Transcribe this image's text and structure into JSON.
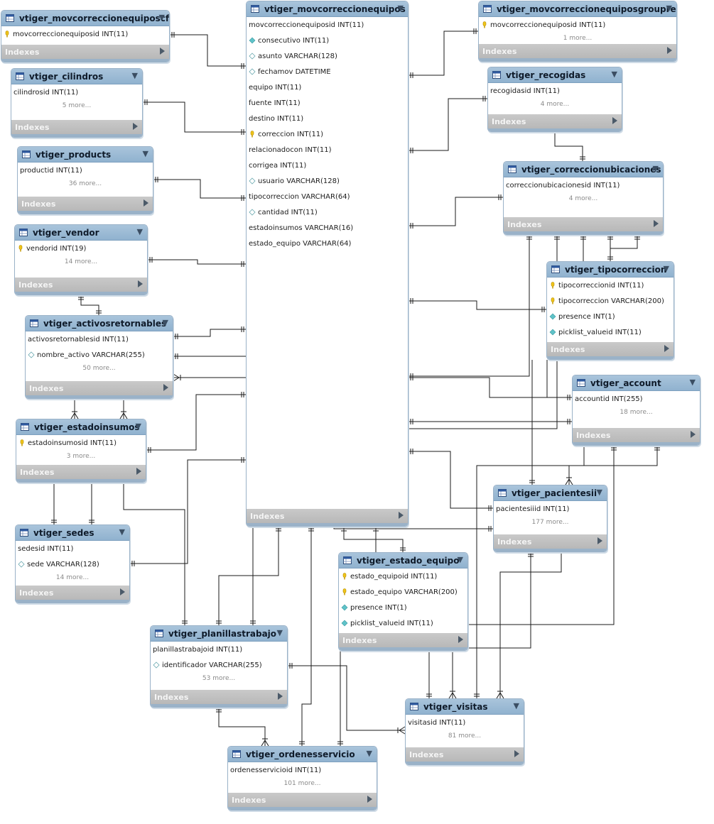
{
  "tables": [
    {
      "id": "movcorrecciones_cf",
      "name": "vtiger_movcorreccionequiposcf",
      "columns": [
        {
          "label": "movcorreccionequiposid INT(11)",
          "key": "pk"
        }
      ],
      "more": "",
      "indexes": "Indexes"
    },
    {
      "id": "cilindros",
      "name": "vtiger_cilindros",
      "columns": [
        {
          "label": "cilindrosid INT(11)",
          "key": "none"
        }
      ],
      "more": "5 more...",
      "indexes": "Indexes"
    },
    {
      "id": "products",
      "name": "vtiger_products",
      "columns": [
        {
          "label": "productid INT(11)",
          "key": "none"
        }
      ],
      "more": "36 more...",
      "indexes": "Indexes"
    },
    {
      "id": "vendor",
      "name": "vtiger_vendor",
      "columns": [
        {
          "label": "vendorid INT(19)",
          "key": "pk"
        }
      ],
      "more": "14 more...",
      "indexes": "Indexes"
    },
    {
      "id": "activos",
      "name": "vtiger_activosretornables",
      "columns": [
        {
          "label": "activosretornablesid INT(11)",
          "key": "none"
        },
        {
          "label": "nombre_activo VARCHAR(255)",
          "key": "empty"
        }
      ],
      "more": "50 more...",
      "indexes": "Indexes"
    },
    {
      "id": "estadoinsumos",
      "name": "vtiger_estadoinsumos",
      "columns": [
        {
          "label": "estadoinsumosid INT(11)",
          "key": "pk"
        }
      ],
      "more": "3 more...",
      "indexes": "Indexes"
    },
    {
      "id": "sedes",
      "name": "vtiger_sedes",
      "columns": [
        {
          "label": "sedesid INT(11)",
          "key": "none"
        },
        {
          "label": "sede VARCHAR(128)",
          "key": "empty"
        }
      ],
      "more": "14 more...",
      "indexes": "Indexes"
    },
    {
      "id": "main",
      "name": "vtiger_movcorreccionequipos",
      "columns": [
        {
          "label": "movcorreccionequiposid INT(11)",
          "key": "none"
        },
        {
          "label": "consecutivo INT(11)",
          "key": "fill"
        },
        {
          "label": "asunto VARCHAR(128)",
          "key": "empty"
        },
        {
          "label": "fechamov DATETIME",
          "key": "empty"
        },
        {
          "label": "equipo INT(11)",
          "key": "none"
        },
        {
          "label": "fuente INT(11)",
          "key": "none"
        },
        {
          "label": "destino INT(11)",
          "key": "none"
        },
        {
          "label": "correccion INT(11)",
          "key": "pk"
        },
        {
          "label": "relacionadocon INT(11)",
          "key": "none"
        },
        {
          "label": "corrigea INT(11)",
          "key": "none"
        },
        {
          "label": "usuario VARCHAR(128)",
          "key": "empty"
        },
        {
          "label": "tipocorreccion VARCHAR(64)",
          "key": "none"
        },
        {
          "label": "cantidad INT(11)",
          "key": "empty"
        },
        {
          "label": "estadoinsumos VARCHAR(16)",
          "key": "none"
        },
        {
          "label": "estado_equipo VARCHAR(64)",
          "key": "none"
        }
      ],
      "more": "",
      "indexes": "Indexes"
    },
    {
      "id": "grouprel",
      "name": "vtiger_movcorreccionequiposgrouprel",
      "columns": [
        {
          "label": "movcorreccionequiposid INT(11)",
          "key": "pk"
        }
      ],
      "more": "1 more...",
      "indexes": "Indexes"
    },
    {
      "id": "recogidas",
      "name": "vtiger_recogidas",
      "columns": [
        {
          "label": "recogidasid INT(11)",
          "key": "none"
        }
      ],
      "more": "4 more...",
      "indexes": "Indexes"
    },
    {
      "id": "correccionubic",
      "name": "vtiger_correccionubicaciones",
      "columns": [
        {
          "label": "correccionubicacionesid INT(11)",
          "key": "none"
        }
      ],
      "more": "4 more...",
      "indexes": "Indexes"
    },
    {
      "id": "tipocorreccion",
      "name": "vtiger_tipocorreccion",
      "columns": [
        {
          "label": "tipocorreccionid INT(11)",
          "key": "pk"
        },
        {
          "label": "tipocorreccion VARCHAR(200)",
          "key": "pk"
        },
        {
          "label": "presence INT(1)",
          "key": "fill"
        },
        {
          "label": "picklist_valueid INT(11)",
          "key": "fill"
        }
      ],
      "more": "",
      "indexes": "Indexes"
    },
    {
      "id": "account",
      "name": "vtiger_account",
      "columns": [
        {
          "label": "accountid INT(255)",
          "key": "none"
        }
      ],
      "more": "18 more...",
      "indexes": "Indexes"
    },
    {
      "id": "pacientesii",
      "name": "vtiger_pacientesii",
      "columns": [
        {
          "label": "pacientesiiid INT(11)",
          "key": "none"
        }
      ],
      "more": "177 more...",
      "indexes": "Indexes"
    },
    {
      "id": "estado_equipo",
      "name": "vtiger_estado_equipo",
      "columns": [
        {
          "label": "estado_equipoid INT(11)",
          "key": "pk"
        },
        {
          "label": "estado_equipo VARCHAR(200)",
          "key": "pk"
        },
        {
          "label": "presence INT(1)",
          "key": "fill"
        },
        {
          "label": "picklist_valueid INT(11)",
          "key": "fill"
        }
      ],
      "more": "",
      "indexes": "Indexes"
    },
    {
      "id": "planillas",
      "name": "vtiger_planillastrabajo",
      "columns": [
        {
          "label": "planillastrabajoid INT(11)",
          "key": "none"
        },
        {
          "label": "identificador VARCHAR(255)",
          "key": "empty"
        }
      ],
      "more": "53 more...",
      "indexes": "Indexes"
    },
    {
      "id": "visitas",
      "name": "vtiger_visitas",
      "columns": [
        {
          "label": "visitasid INT(11)",
          "key": "none"
        }
      ],
      "more": "81 more...",
      "indexes": "Indexes"
    },
    {
      "id": "ordenes",
      "name": "vtiger_ordenesservicio",
      "columns": [
        {
          "label": "ordenesservicioid INT(11)",
          "key": "none"
        }
      ],
      "more": "101 more...",
      "indexes": "Indexes"
    }
  ],
  "colors": {
    "header": "#9bbad6",
    "line": "#1a1a1a",
    "pk_key": "#f0c419",
    "fk_diamond": "#5fc3c9"
  }
}
